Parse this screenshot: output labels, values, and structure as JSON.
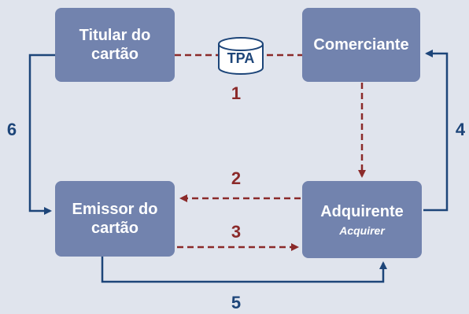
{
  "nodes": {
    "cardholder": {
      "line1": "Titular do",
      "line2": "cartão"
    },
    "merchant": {
      "label": "Comerciante"
    },
    "issuer": {
      "line1": "Emissor do",
      "line2": "cartão"
    },
    "acquirer": {
      "label": "Adquirente",
      "sublabel": "Acquirer"
    },
    "terminal": {
      "label": "TPA"
    }
  },
  "steps": [
    "1",
    "2",
    "3",
    "4",
    "5",
    "6"
  ],
  "colors": {
    "background": "#e0e4ed",
    "box": "#7283ae",
    "box_text": "#ffffff",
    "dashed_arrow": "#8b2a2a",
    "solid_arrow": "#1d4579"
  }
}
